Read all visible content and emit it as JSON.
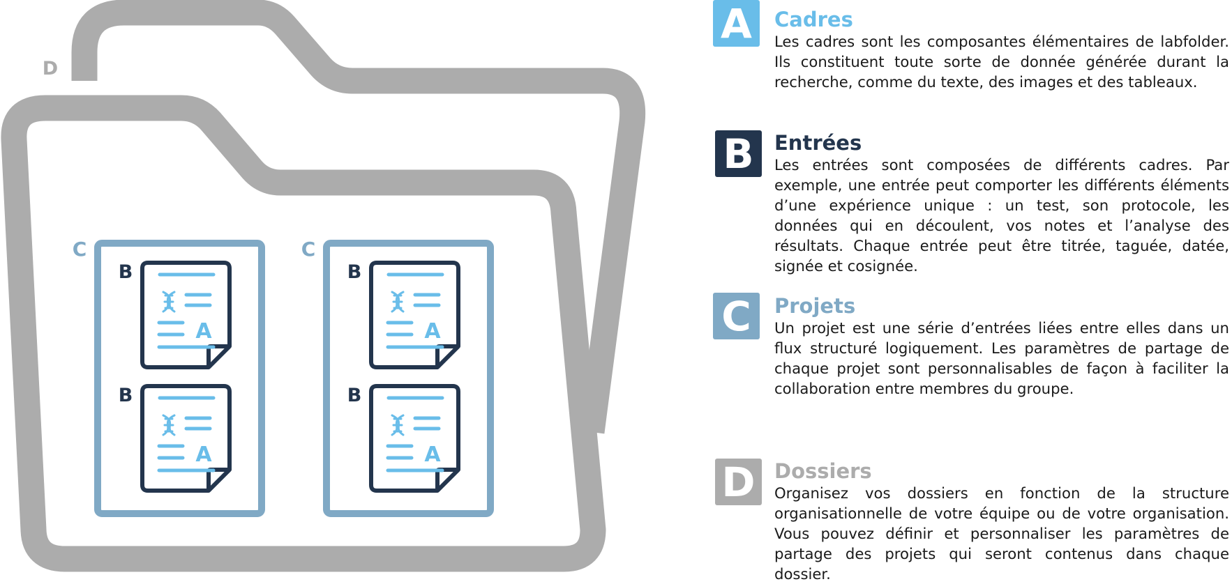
{
  "colors": {
    "folder": "#acacac",
    "project": "#80a9c5",
    "entry": "#23354d",
    "frame": "#69bde9",
    "white": "#ffffff"
  },
  "diagram": {
    "folder_label": "D",
    "project_label": "C",
    "entry_label": "B",
    "frame_label": "A",
    "icons": [
      "folder-icon",
      "project-frame-icon",
      "document-icon",
      "dna-icon"
    ]
  },
  "legend": [
    {
      "letter": "A",
      "title": "Cadres",
      "color": "#69bde9",
      "text": "Les cadres sont les composantes élémentaires de labfolder. Ils constituent toute sorte de donnée générée durant la recherche, comme du texte, des images et des tableaux."
    },
    {
      "letter": "B",
      "title": "Entrées",
      "color": "#23354d",
      "text": "Les entrées sont composées de différents cadres. Par exemple, une entrée peut comporter les différents éléments d’une expérience unique : un test, son protocole, les données qui en découlent, vos notes et l’analyse des résultats. Chaque entrée peut être titrée, taguée, datée, signée et cosignée."
    },
    {
      "letter": "C",
      "title": "Projets",
      "color": "#80a9c5",
      "text": "Un projet est une série d’entrées liées entre elles dans un flux structuré logiquement. Les paramètres de partage de chaque projet sont personnalisables de façon à faciliter la collaboration entre membres du groupe."
    },
    {
      "letter": "D",
      "title": "Dossiers",
      "color": "#acacac",
      "text": "Organisez vos dossiers en fonction de la structure organisationnelle de votre équipe ou de votre organisation. Vous pouvez définir et personnaliser les paramètres de partage des projets qui seront contenus dans chaque dossier."
    }
  ]
}
